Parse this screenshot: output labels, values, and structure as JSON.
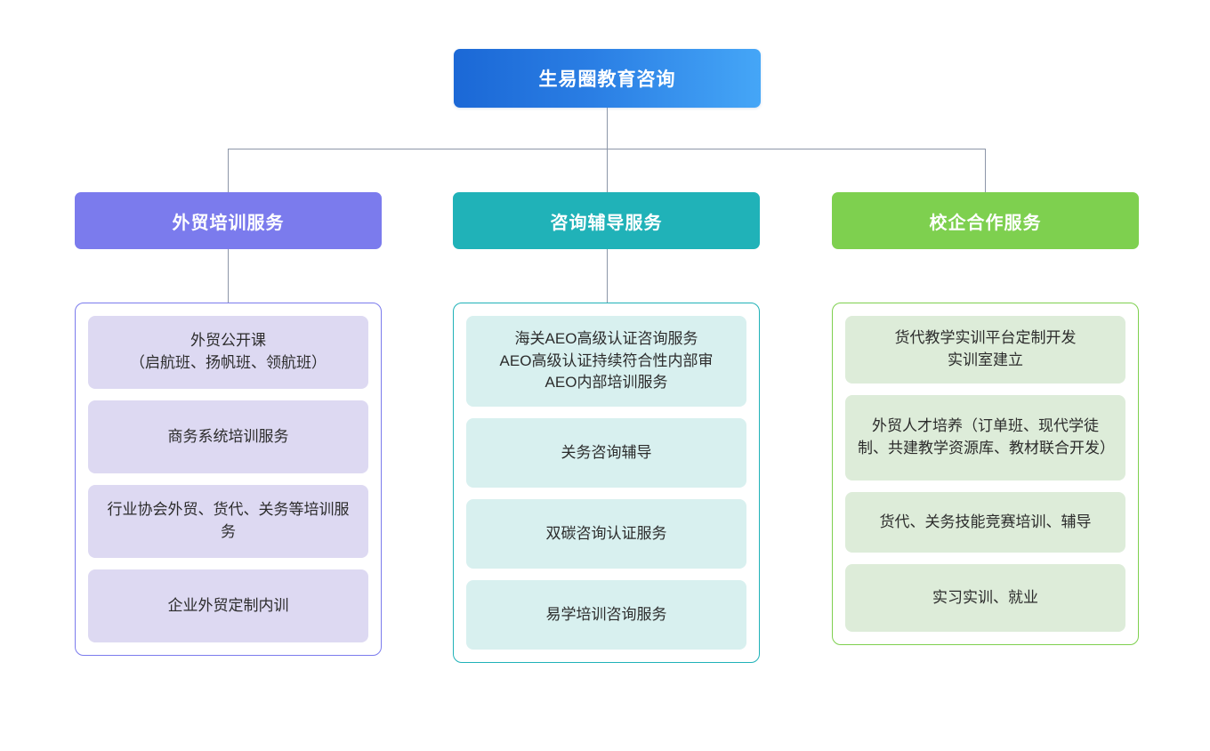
{
  "diagram": {
    "type": "organization-tree",
    "background_color": "#ffffff",
    "connector_color": "#8c96a8",
    "root": {
      "label": "生易圈教育咨询",
      "gradient_from": "#1b68d6",
      "gradient_to": "#45a6f7",
      "text_color": "#ffffff"
    },
    "branches": [
      {
        "id": "branch-training",
        "label": "外贸培训服务",
        "header_color": "#7b7bed",
        "panel_border_color": "#7b7bed",
        "card_color": "#ddd9f2",
        "has_header_connector": true,
        "items": [
          "外贸公开课\n（启航班、扬帆班、领航班）",
          "商务系统培训服务",
          "行业协会外贸、货代、关务等培训服务",
          "企业外贸定制内训"
        ]
      },
      {
        "id": "branch-consulting",
        "label": "咨询辅导服务",
        "header_color": "#20b2b8",
        "panel_border_color": "#20b2b8",
        "card_color": "#d8f0ef",
        "has_header_connector": true,
        "items": [
          "海关AEO高级认证咨询服务\nAEO高级认证持续符合性内部审\nAEO内部培训服务",
          "关务咨询辅导",
          "双碳咨询认证服务",
          "易学培训咨询服务"
        ]
      },
      {
        "id": "branch-school-enterprise",
        "label": "校企合作服务",
        "header_color": "#7ed04f",
        "panel_border_color": "#7ed04f",
        "card_color": "#ddecd9",
        "has_header_connector": false,
        "items": [
          "货代教学实训平台定制开发\n实训室建立",
          "外贸人才培养（订单班、现代学徒制、共建教学资源库、教材联合开发）",
          "货代、关务技能竞赛培训、辅导",
          "实习实训、就业"
        ]
      }
    ]
  }
}
